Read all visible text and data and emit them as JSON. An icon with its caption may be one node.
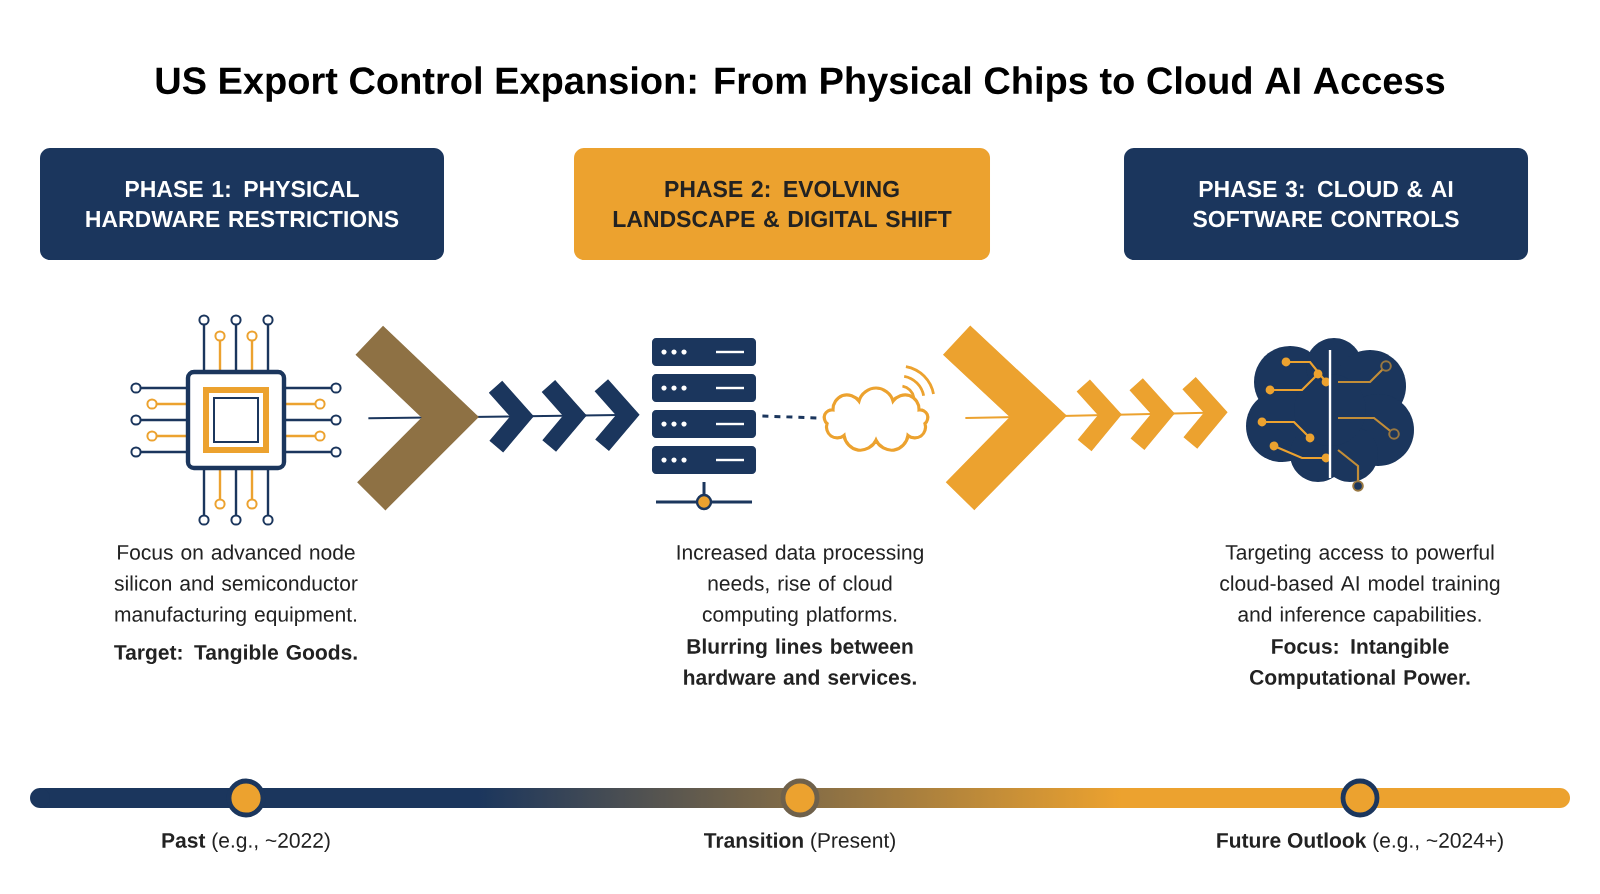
{
  "diagram": {
    "title": "US Export Control Expansion: From Physical Chips to Cloud AI Access",
    "nodes": [
      {
        "text": [
          "PHASE 1: PHYSICAL HARDWARE RESTRICTIONS"
        ]
      },
      {
        "text": [
          "PHASE 2: EVOLVING LANDSCAPE & DIGITAL SHIFT"
        ]
      },
      {
        "text": [
          "PHASE 3: CLOUD & AI SOFTWARE CONTROLS"
        ]
      },
      {
        "text": [],
        "shape": "picture",
        "beside": [
          "Focus on advanced node silicon and semiconductor manufacturing equipment.",
          "Target: Tangible Goods."
        ]
      },
      {
        "text": [],
        "shape": "picture",
        "beside": [
          "Increased data processing needs, rise of cloud computing platforms.",
          "Blurring lines between hardware and services."
        ]
      },
      {
        "text": [],
        "shape": "cloud"
      },
      {
        "text": [],
        "shape": "picture",
        "beside": [
          "Targeting access to powerful cloud-based AI model training and inference capabilities.",
          "Focus: Intangible Computational Power."
        ]
      }
    ],
    "edges": [
      {
        "from": 3,
        "to": 4,
        "arrow": "to"
      },
      {
        "from": 4,
        "to": 5,
        "arrow": "none",
        "style": "dashed"
      },
      {
        "from": 5,
        "to": 6,
        "arrow": "to",
        "color": "#eca22f"
      }
    ],
    "labels": [
      "**Past** (e.g., ~2022)",
      "**Transition** (Present)",
      "**Future Outlook** (e.g., ~2024+)"
    ]
  }
}
